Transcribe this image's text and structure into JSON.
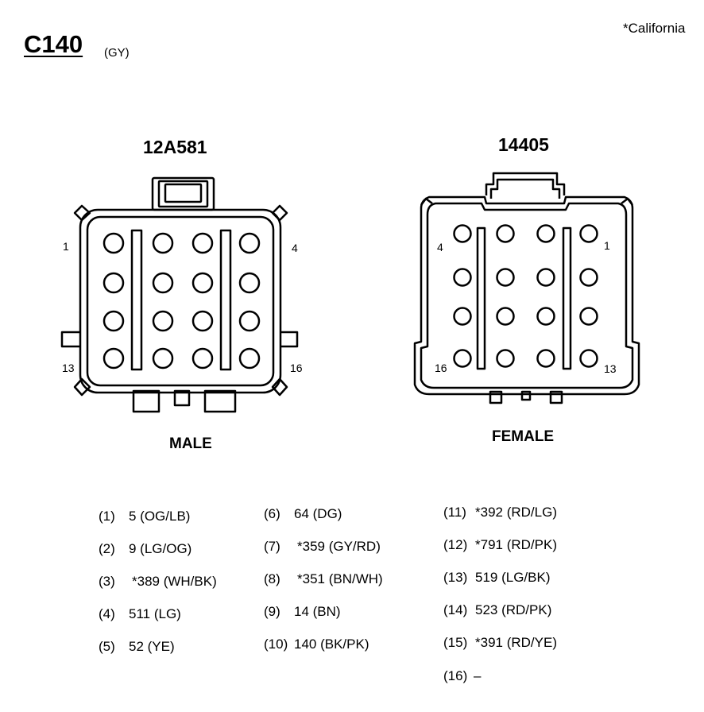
{
  "header": {
    "connector_id": "C140",
    "color_code": "(GY)",
    "footnote": "*California"
  },
  "male_connector": {
    "part_number": "12A581",
    "gender_label": "MALE",
    "corner_pins": [
      "1",
      "4",
      "13",
      "16"
    ]
  },
  "female_connector": {
    "part_number": "14405",
    "gender_label": "FEMALE",
    "corner_pins": [
      "4",
      "1",
      "16",
      "13"
    ]
  },
  "pinout": [
    {
      "pin": "(1)",
      "circuit": "5 (OG/LB)"
    },
    {
      "pin": "(2)",
      "circuit": "9 (LG/OG)"
    },
    {
      "pin": "(3)",
      "circuit": "*389 (WH/BK)"
    },
    {
      "pin": "(4)",
      "circuit": "511 (LG)"
    },
    {
      "pin": "(5)",
      "circuit": "52 (YE)"
    },
    {
      "pin": "(6)",
      "circuit": "64 (DG)"
    },
    {
      "pin": "(7)",
      "circuit": "*359 (GY/RD)"
    },
    {
      "pin": "(8)",
      "circuit": "*351 (BN/WH)"
    },
    {
      "pin": "(9)",
      "circuit": "14 (BN)"
    },
    {
      "pin": "(10)",
      "circuit": "140 (BK/PK)"
    },
    {
      "pin": "(11)",
      "circuit": "*392 (RD/LG)"
    },
    {
      "pin": "(12)",
      "circuit": "*791 (RD/PK)"
    },
    {
      "pin": "(13)",
      "circuit": "519 (LG/BK)"
    },
    {
      "pin": "(14)",
      "circuit": "523 (RD/PK)"
    },
    {
      "pin": "(15)",
      "circuit": "*391 (RD/YE)"
    },
    {
      "pin": "(16)",
      "circuit": "–"
    }
  ]
}
